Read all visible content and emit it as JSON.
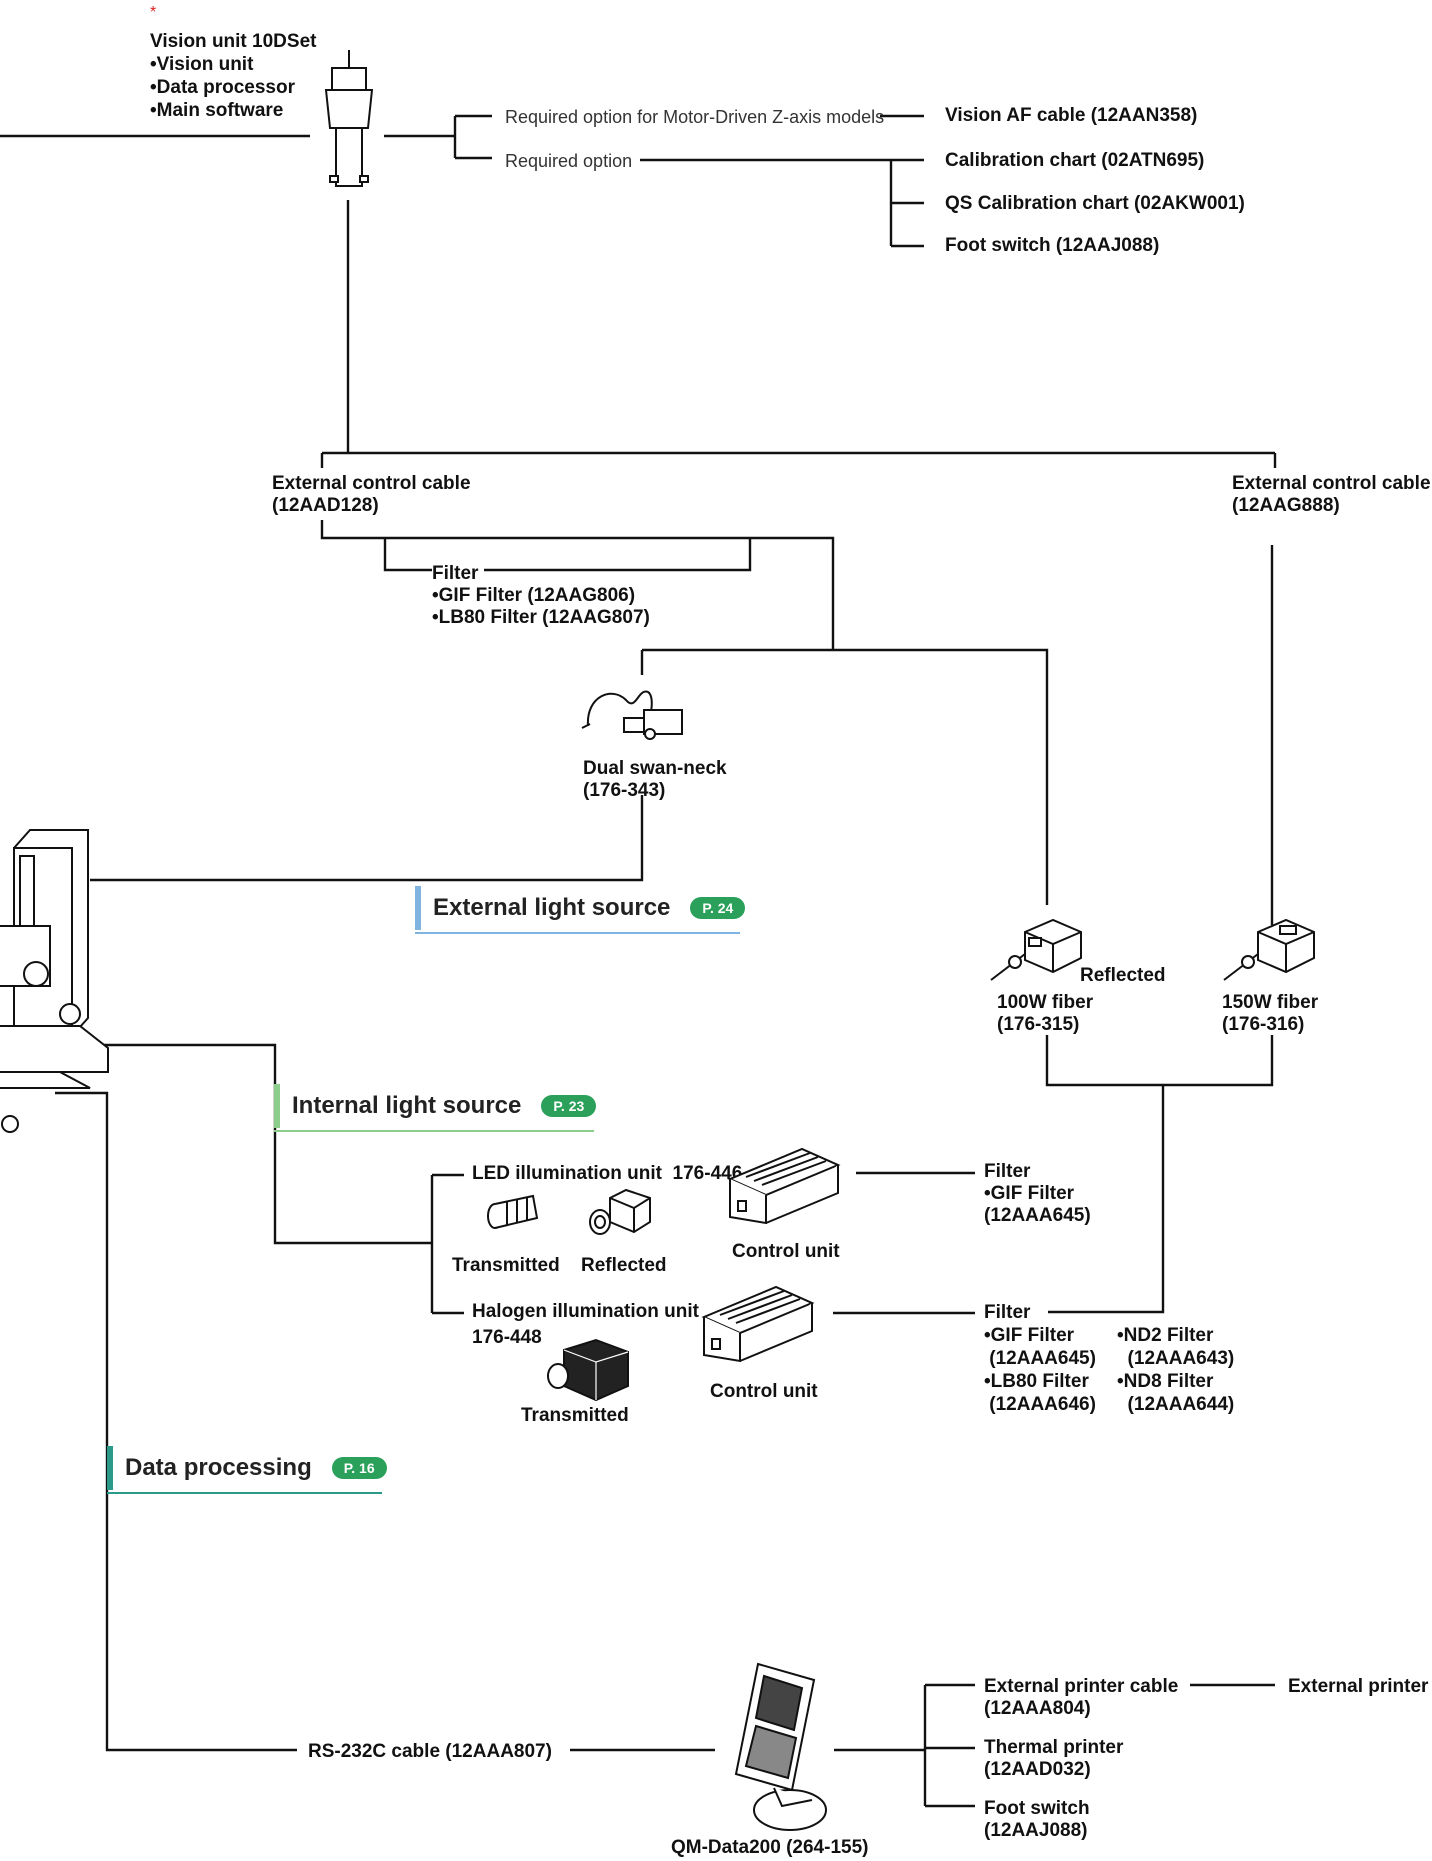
{
  "vision_unit": {
    "asterisk": "*",
    "title": "Vision unit 10DSet",
    "items": [
      "•Vision unit",
      "•Data processor",
      "•Main software"
    ]
  },
  "vision_options": {
    "motor_label": "Required option for Motor-Driven Z-axis models",
    "required_label": "Required option",
    "af_cable": "Vision AF cable (12AAN358)",
    "calibration_chart": "Calibration chart (02ATN695)",
    "qs_calibration_chart": "QS Calibration chart (02AKW001)",
    "foot_switch": "Foot switch (12AAJ088)"
  },
  "ext_cable_left": {
    "line1": "External control cable",
    "line2": "(12AAD128)"
  },
  "ext_cable_right": {
    "line1": "External control cable",
    "line2": "(12AAG888)"
  },
  "filter_top": {
    "title": "Filter",
    "items": [
      "•GIF Filter (12AAG806)",
      "•LB80 Filter (12AAG807)"
    ]
  },
  "swan_neck": {
    "line1": "Dual swan-neck",
    "line2": "(176-343)"
  },
  "sections": {
    "external": {
      "label": "External light source",
      "page": "P. 24",
      "color": "#7fb3e0"
    },
    "internal": {
      "label": "Internal light source",
      "page": "P. 23",
      "color": "#8ccf8c"
    },
    "data": {
      "label": "Data processing",
      "page": "P. 16",
      "color": "#2a9a8a"
    },
    "badge_color": "#2aa05a"
  },
  "fiber_100": {
    "tag": "Reflected",
    "line1": "100W fiber",
    "line2": "(176-315)"
  },
  "fiber_150": {
    "line1": "150W fiber",
    "line2": "(176-316)"
  },
  "led": {
    "title": "LED illumination unit  176-446",
    "transmitted": "Transmitted",
    "reflected": "Reflected",
    "control_unit": "Control unit"
  },
  "filter_led": {
    "title": "Filter",
    "items": [
      "•GIF Filter",
      "(12AAA645)"
    ]
  },
  "halogen": {
    "title": "Halogen illumination unit",
    "code": "176-448",
    "transmitted": "Transmitted",
    "control_unit": "Control unit"
  },
  "filter_halogen": {
    "title": "Filter",
    "col1": [
      "•GIF Filter",
      " (12AAA645)",
      "•LB80 Filter",
      " (12AAA646)"
    ],
    "col2": [
      "•ND2 Filter",
      "  (12AAA643)",
      "•ND8 Filter",
      "  (12AAA644)"
    ]
  },
  "rs232": "RS-232C cable (12AAA807)",
  "qm_data": "QM-Data200 (264-155)",
  "printer_cable": {
    "line1": "External printer cable",
    "line2": "(12AAA804)"
  },
  "external_printer": "External printer",
  "thermal_printer": {
    "line1": "Thermal printer",
    "line2": "(12AAD032)"
  },
  "foot_switch_bottom": {
    "line1": "Foot switch",
    "line2": "(12AAJ088)"
  }
}
